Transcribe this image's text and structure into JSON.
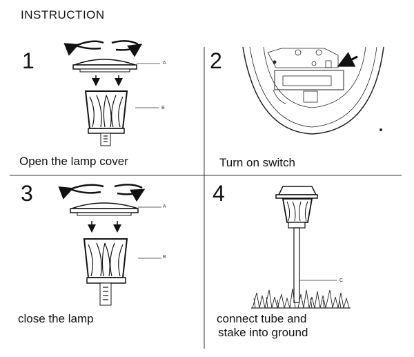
{
  "title": "INSTRUCTION",
  "steps": [
    {
      "number": "1",
      "caption": "Open the lamp cover",
      "labels": [
        "A",
        "B"
      ]
    },
    {
      "number": "2",
      "caption": "Turn on switch"
    },
    {
      "number": "3",
      "caption": "close the lamp",
      "labels": [
        "A",
        "B"
      ]
    },
    {
      "number": "4",
      "caption_line1": "connect tube and",
      "caption_line2": "stake into ground",
      "labels": [
        "C"
      ]
    }
  ]
}
